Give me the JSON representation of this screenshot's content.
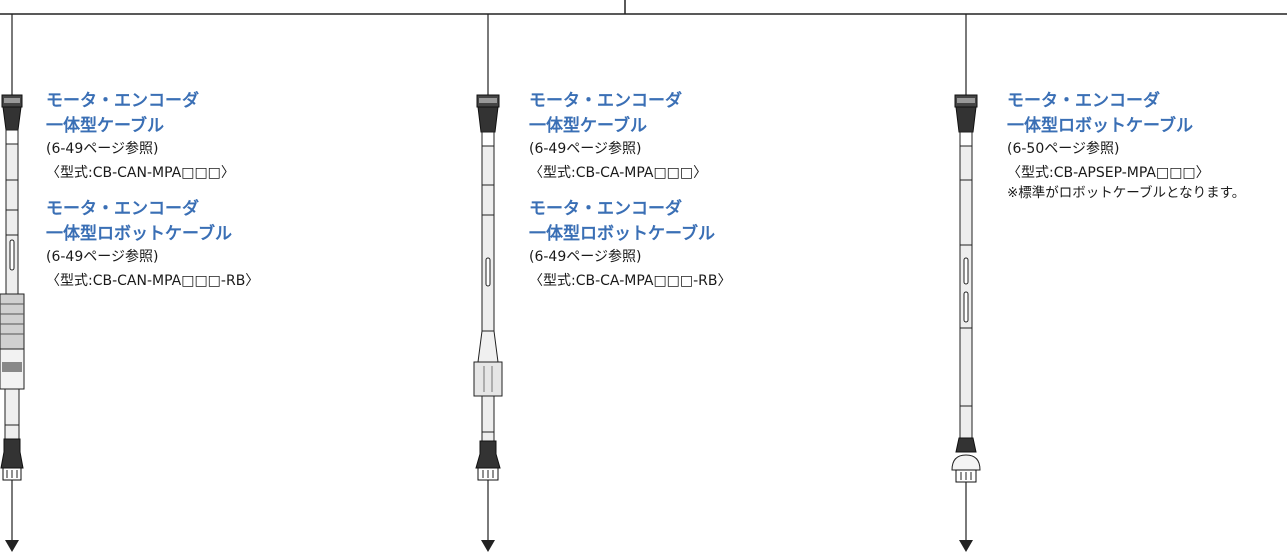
{
  "columns": [
    {
      "entries": [
        {
          "title_line1": "モータ・エンコーダ",
          "title_line2": "一体型ケーブル",
          "page_ref": "(6-49ページ参照)",
          "model": "〈型式:CB-CAN-MPA□□□〉"
        },
        {
          "title_line1": "モータ・エンコーダ",
          "title_line2": "一体型ロボットケーブル",
          "page_ref": "(6-49ページ参照)",
          "model": "〈型式:CB-CAN-MPA□□□-RB〉"
        }
      ]
    },
    {
      "entries": [
        {
          "title_line1": "モータ・エンコーダ",
          "title_line2": "一体型ケーブル",
          "page_ref": "(6-49ページ参照)",
          "model": "〈型式:CB-CA-MPA□□□〉"
        },
        {
          "title_line1": "モータ・エンコーダ",
          "title_line2": "一体型ロボットケーブル",
          "page_ref": "(6-49ページ参照)",
          "model": "〈型式:CB-CA-MPA□□□-RB〉"
        }
      ]
    },
    {
      "entries": [
        {
          "title_line1": "モータ・エンコーダ",
          "title_line2": "一体型ロボットケーブル",
          "page_ref": "(6-50ページ参照)",
          "model": "〈型式:CB-APSEP-MPA□□□〉",
          "note": "※標準がロボットケーブルとなります。"
        }
      ]
    }
  ],
  "colors": {
    "heading": "#3a6fb5",
    "text": "#1a1a1a",
    "line": "#222222",
    "cable_fill": "#e9e9e9",
    "connector_fill": "#555555"
  }
}
